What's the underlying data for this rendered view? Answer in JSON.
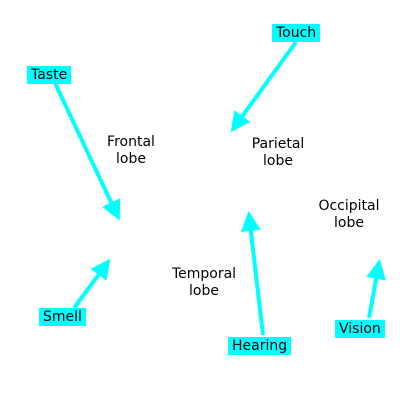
{
  "lobes": {
    "frontal": "Frontal\nlobe",
    "parietal": "Parietal\nlobe",
    "occipital": "Occipital\nlobe",
    "temporal": "Temporal\nlobe"
  },
  "senses": {
    "touch": "Touch",
    "taste": "Taste",
    "smell": "Smell",
    "hearing": "Hearing",
    "vision": "Vision"
  },
  "colors": {
    "label_background": "#00ffff",
    "arrow": "#00ffff",
    "text": "#000000"
  }
}
